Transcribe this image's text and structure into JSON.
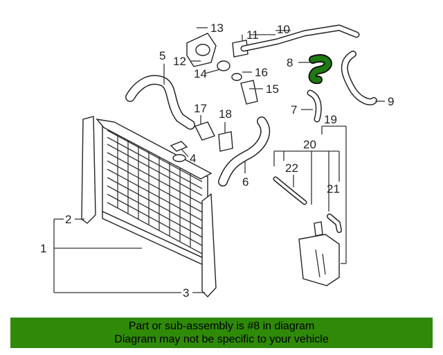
{
  "diagram": {
    "callouts": {
      "n1": "1",
      "n2": "2",
      "n3": "3",
      "n4": "4",
      "n5": "5",
      "n6": "6",
      "n7": "7",
      "n8": "8",
      "n9": "9",
      "n10": "10",
      "n11": "11",
      "n12": "12",
      "n13": "13",
      "n14": "14",
      "n15": "15",
      "n16": "16",
      "n17": "17",
      "n18": "18",
      "n19": "19",
      "n20": "20",
      "n21": "21",
      "n22": "22"
    },
    "highlighted_part": "8",
    "highlight_color": "#1e7a12"
  },
  "banner": {
    "line1": "Part or sub-assembly is #8 in diagram",
    "line2": "Diagram may not be specific to your vehicle",
    "color": "#2f8a08"
  }
}
